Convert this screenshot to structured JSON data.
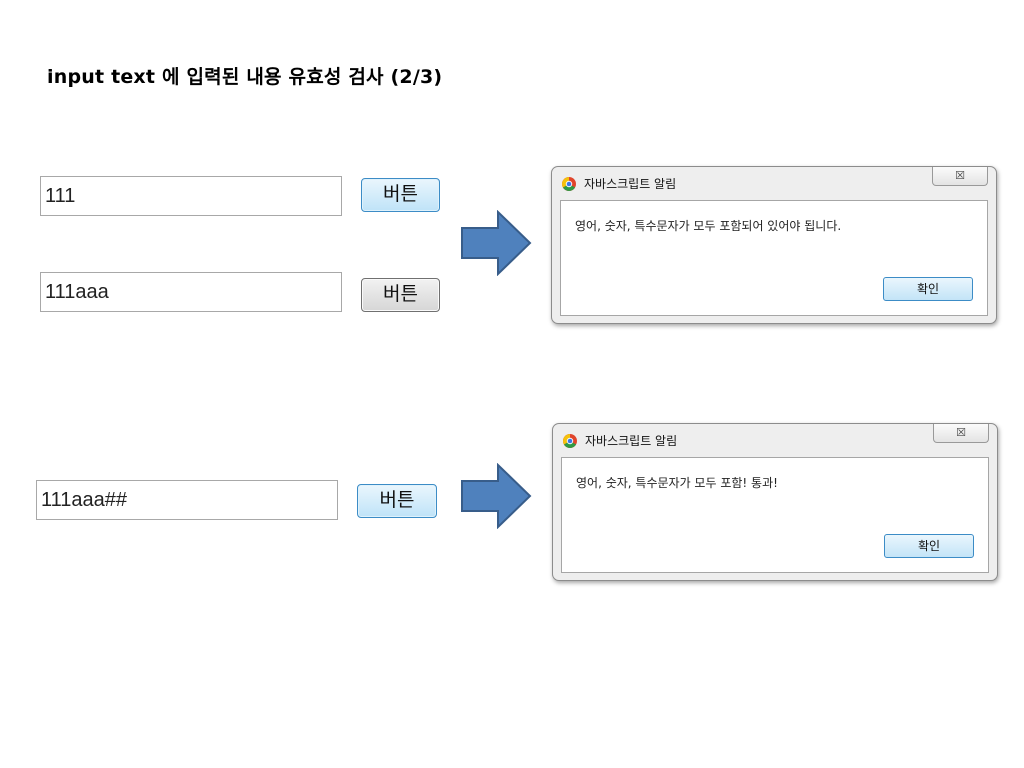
{
  "slide": {
    "title": "input text 에 입력된 내용 유효성 검사 (2/3)"
  },
  "examples": [
    {
      "input_value": "111",
      "button_label": "버튼"
    },
    {
      "input_value": "111aaa",
      "button_label": "버튼"
    },
    {
      "input_value": "111aaa##",
      "button_label": "버튼"
    }
  ],
  "dialogs": [
    {
      "title": "자바스크립트 알림",
      "close_label": "☒",
      "message": "영어, 숫자, 특수문자가 모두 포함되어 있어야 됩니다.",
      "ok_label": "확인"
    },
    {
      "title": "자바스크립트 알림",
      "close_label": "☒",
      "message": "영어, 숫자, 특수문자가 모두 포함! 통과!",
      "ok_label": "확인"
    }
  ],
  "colors": {
    "arrow": "#4f81bd",
    "arrow_border": "#385d8a"
  }
}
